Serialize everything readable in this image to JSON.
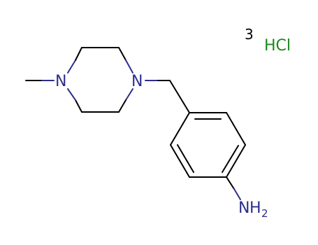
{
  "molecule": {
    "atoms": {
      "piperazine_n_left": "N",
      "piperazine_n_right": "N",
      "amine_n": "N",
      "amine_h": "H",
      "amine_h_count": "2"
    },
    "salt": {
      "coefficient": "3",
      "formula": "HCl"
    }
  },
  "colors": {
    "bond": "#000000",
    "nitrogen": "#2e2e8c",
    "salt": "#1a8a1a"
  }
}
